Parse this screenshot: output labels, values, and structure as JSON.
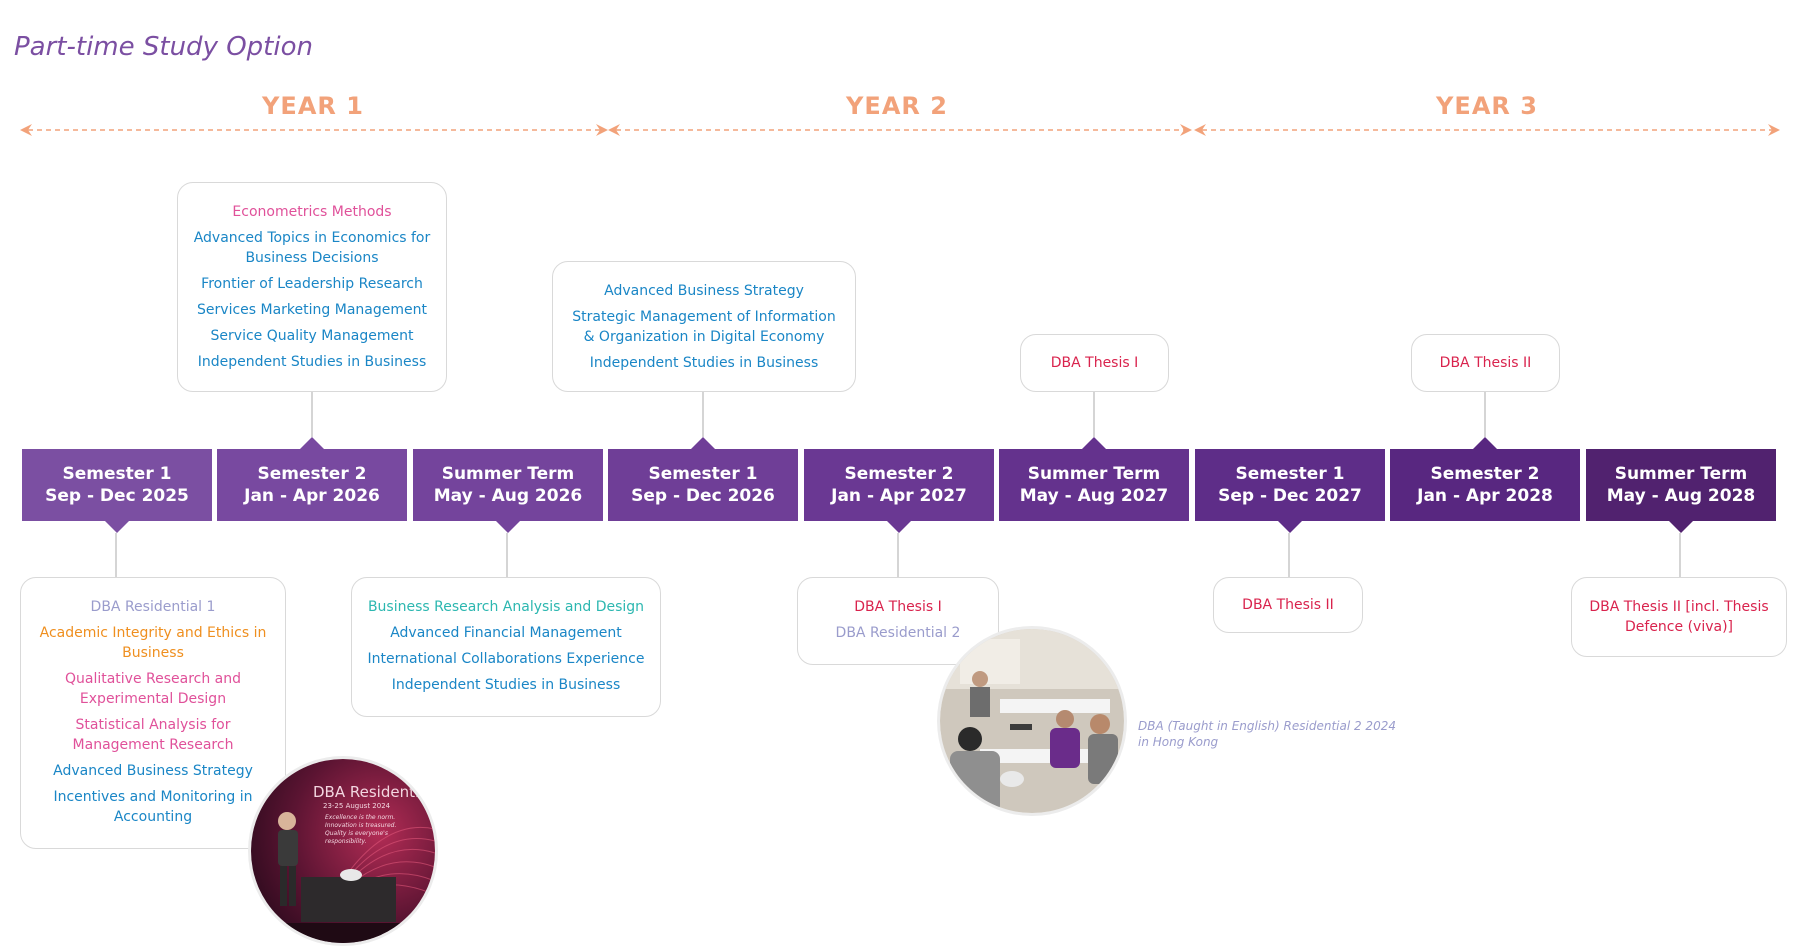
{
  "title": "Part-time Study Option",
  "years": [
    {
      "label": "YEAR 1"
    },
    {
      "label": "YEAR 2"
    },
    {
      "label": "YEAR 3"
    }
  ],
  "semesters": [
    {
      "name": "Semester 1",
      "dates": "Sep - Dec 2025"
    },
    {
      "name": "Semester 2",
      "dates": "Jan - Apr 2026"
    },
    {
      "name": "Summer Term",
      "dates": "May - Aug 2026"
    },
    {
      "name": "Semester 1",
      "dates": "Sep - Dec 2026"
    },
    {
      "name": "Semester 2",
      "dates": "Jan - Apr 2027"
    },
    {
      "name": "Summer Term",
      "dates": "May - Aug 2027"
    },
    {
      "name": "Semester 1",
      "dates": "Sep - Dec 2027"
    },
    {
      "name": "Semester 2",
      "dates": "Jan - Apr 2028"
    },
    {
      "name": "Summer Term",
      "dates": "May - Aug 2028"
    }
  ],
  "colors": {
    "semester_gradient": [
      "#7b4fa2",
      "#51226f"
    ],
    "year_label": "#f2a27a",
    "title": "#7b4fa2"
  },
  "boxes": {
    "y1s2_top": [
      "Econometrics Methods",
      "Advanced Topics in Economics for Business Decisions",
      "Frontier of Leadership Research",
      "Services Marketing Management",
      "Service Quality Management",
      "Independent Studies in Business"
    ],
    "y2s1_top": [
      "Advanced Business Strategy",
      "Strategic Management of Information & Organization in Digital Economy",
      "Independent Studies in Business"
    ],
    "y2su_top": [
      "DBA Thesis I"
    ],
    "y3s2_top": [
      "DBA Thesis II"
    ],
    "y1s1_bottom": [
      "DBA Residential 1",
      "Academic Integrity and Ethics in Business",
      "Qualitative Research and Experimental Design",
      "Statistical Analysis for Management Research",
      "Advanced Business Strategy",
      "Incentives and Monitoring in Accounting"
    ],
    "y1su_bottom": [
      "Business Research Analysis and Design",
      "Advanced Financial Management",
      "International Collaborations Experience",
      "Independent Studies in Business"
    ],
    "y2s2_bottom": [
      "DBA Thesis I",
      "DBA Residential 2"
    ],
    "y3s1_bottom": [
      "DBA Thesis II"
    ],
    "y3su_bottom": [
      "DBA Thesis II [incl. Thesis Defence (viva)]"
    ]
  },
  "photo1": {
    "banner_title": "DBA Residential",
    "banner_date": "23-25 August 2024",
    "banner_text": "Excellence is the norm. Innovation is treasured. Quality is everyone's responsibility."
  },
  "caption": "DBA (Taught in English) Residential 2 2024 in Hong Kong"
}
